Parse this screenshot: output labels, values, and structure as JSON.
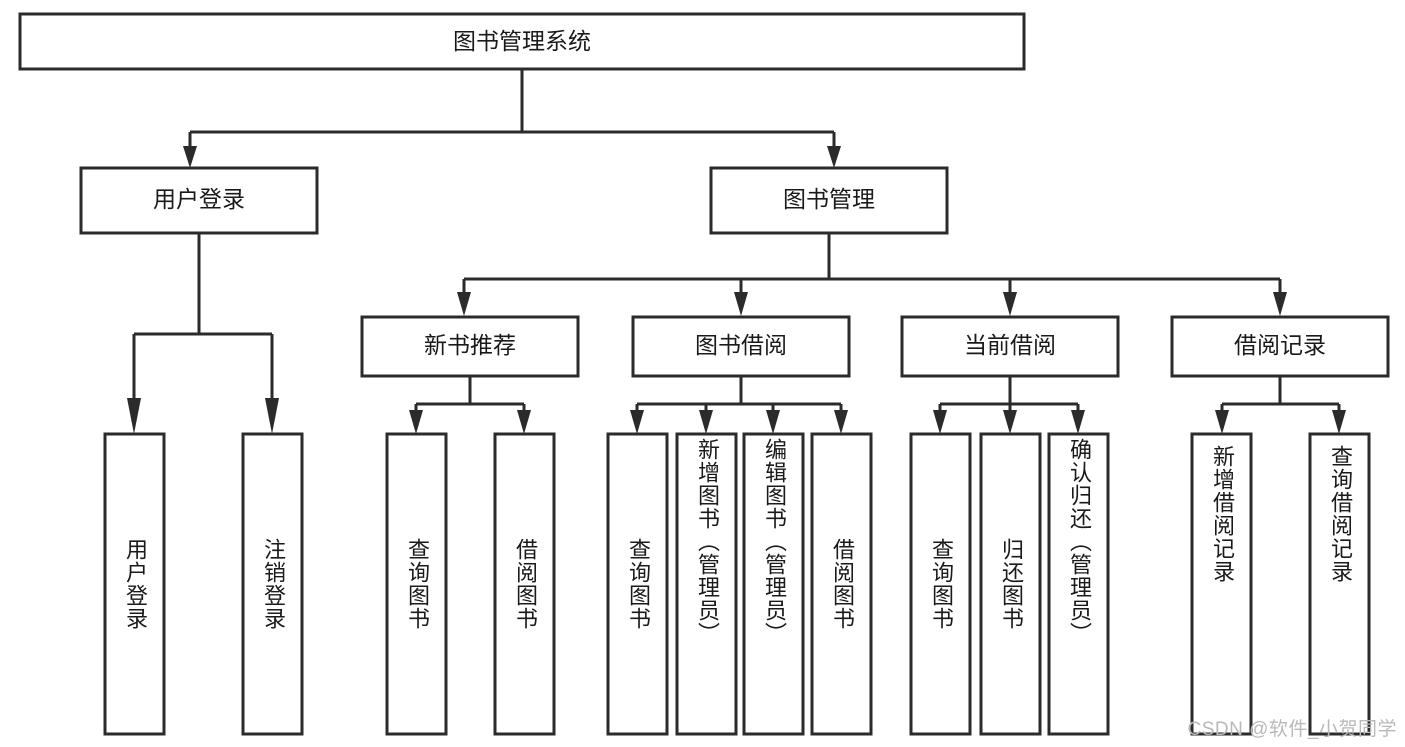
{
  "diagram": {
    "type": "tree-hierarchy",
    "title": "图书管理系统",
    "root": {
      "id": "root",
      "label": "图书管理系统"
    },
    "level1": [
      {
        "id": "user-login",
        "label": "用户登录"
      },
      {
        "id": "book-manage",
        "label": "图书管理"
      }
    ],
    "level2": [
      {
        "id": "new-book-rec",
        "label": "新书推荐",
        "parent": "book-manage"
      },
      {
        "id": "book-borrow",
        "label": "图书借阅",
        "parent": "book-manage"
      },
      {
        "id": "current-borrow",
        "label": "当前借阅",
        "parent": "book-manage"
      },
      {
        "id": "borrow-record",
        "label": "借阅记录",
        "parent": "book-manage"
      }
    ],
    "leaves": [
      {
        "id": "leaf-user-login",
        "label": "用户登录",
        "parent": "user-login"
      },
      {
        "id": "leaf-user-logout",
        "label": "注销登录",
        "parent": "user-login"
      },
      {
        "id": "leaf-query-book-1",
        "label": "查询图书",
        "parent": "new-book-rec"
      },
      {
        "id": "leaf-borrow-book-1",
        "label": "借阅图书",
        "parent": "new-book-rec"
      },
      {
        "id": "leaf-query-book-2",
        "label": "查询图书",
        "parent": "book-borrow"
      },
      {
        "id": "leaf-add-book",
        "label": "新增图书（管理员）",
        "parent": "book-borrow"
      },
      {
        "id": "leaf-edit-book",
        "label": "编辑图书（管理员）",
        "parent": "book-borrow"
      },
      {
        "id": "leaf-borrow-book-2",
        "label": "借阅图书",
        "parent": "book-borrow"
      },
      {
        "id": "leaf-query-book-3",
        "label": "查询图书",
        "parent": "current-borrow"
      },
      {
        "id": "leaf-return-book",
        "label": "归还图书",
        "parent": "current-borrow"
      },
      {
        "id": "leaf-confirm-return",
        "label": "确认归还（管理员）",
        "parent": "current-borrow"
      },
      {
        "id": "leaf-add-record",
        "label": "新增借阅记录",
        "parent": "borrow-record"
      },
      {
        "id": "leaf-query-record",
        "label": "查询借阅记录",
        "parent": "borrow-record"
      }
    ],
    "colors": {
      "stroke": "#2b2b2b",
      "fill": "#ffffff",
      "text": "#1a1a1a",
      "watermark": "#b9b9b9"
    }
  },
  "watermark": {
    "text": "CSDN @软件_小贺同学"
  }
}
